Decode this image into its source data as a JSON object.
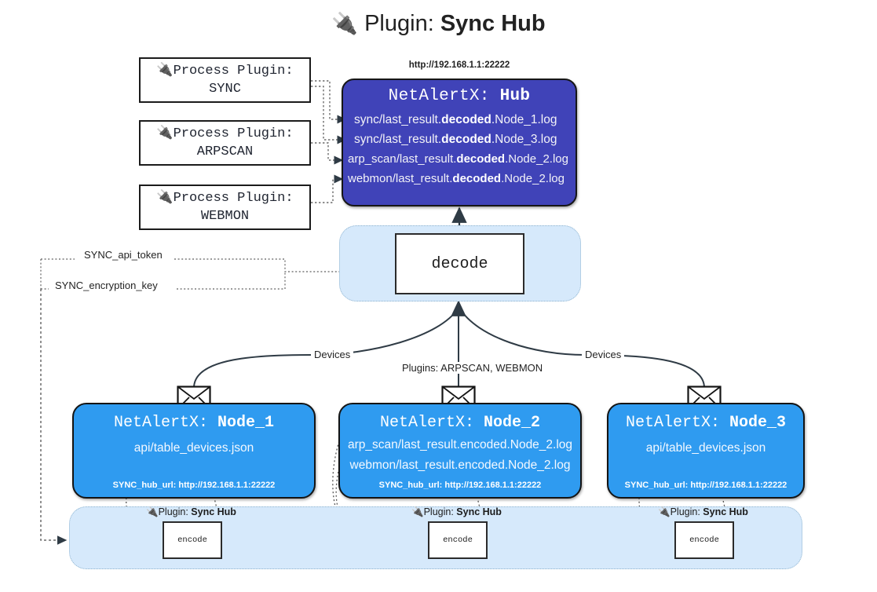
{
  "title": {
    "icon": "plug-icon",
    "prefix": "Plugin:",
    "name": "Sync Hub"
  },
  "process_plugins": [
    {
      "icon": "plug-icon",
      "line1": "Process Plugin:",
      "line2": "SYNC"
    },
    {
      "icon": "plug-icon",
      "line1": "Process Plugin:",
      "line2": "ARPSCAN"
    },
    {
      "icon": "plug-icon",
      "line1": "Process Plugin:",
      "line2": "WEBMON"
    }
  ],
  "hub": {
    "url_label": "http://192.168.1.1:22222",
    "title_prefix": "NetAlertX:",
    "title_name": "Hub",
    "logs": [
      {
        "pre": "sync/last_result.",
        "mid": "decoded",
        "post": ".Node_1.log"
      },
      {
        "pre": "sync/last_result.",
        "mid": "decoded",
        "post": ".Node_3.log"
      },
      {
        "pre": "arp_scan/last_result.",
        "mid": "decoded",
        "post": ".Node_2.log"
      },
      {
        "pre": "webmon/last_result.",
        "mid": "decoded",
        "post": ".Node_2.log"
      }
    ],
    "color": "#4043b8"
  },
  "decode": {
    "label": "decode",
    "panel_color": "#d6e9fb"
  },
  "secrets": [
    {
      "label": "SYNC_api_token"
    },
    {
      "label": "SYNC_encryption_key"
    }
  ],
  "flow_labels": {
    "devices_left": "Devices",
    "devices_right": "Devices",
    "plugins_center": "Plugins: ARPSCAN, WEBMON"
  },
  "nodes": [
    {
      "icon": "envelope-icon",
      "title_prefix": "NetAlertX:",
      "title_name": "Node_1",
      "lines": [
        "api/table_devices.json"
      ],
      "url": "SYNC_hub_url: http://192.168.1.1:22222",
      "color": "#2f9bf0"
    },
    {
      "icon": "envelope-icon",
      "title_prefix": "NetAlertX:",
      "title_name": "Node_2",
      "lines": [
        "arp_scan/last_result.encoded.Node_2.log",
        "webmon/last_result.encoded.Node_2.log"
      ],
      "url": "SYNC_hub_url: http://192.168.1.1:22222",
      "color": "#2f9bf0"
    },
    {
      "icon": "envelope-icon",
      "title_prefix": "NetAlertX:",
      "title_name": "Node_3",
      "lines": [
        "api/table_devices.json"
      ],
      "url": "SYNC_hub_url: http://192.168.1.1:22222",
      "color": "#2f9bf0"
    }
  ],
  "encoders": [
    {
      "caption_icon": "plug-icon",
      "caption_prefix": "Plugin:",
      "caption_name": "Sync Hub",
      "label": "encode"
    },
    {
      "caption_icon": "plug-icon",
      "caption_prefix": "Plugin:",
      "caption_name": "Sync Hub",
      "label": "encode"
    },
    {
      "caption_icon": "plug-icon",
      "caption_prefix": "Plugin:",
      "caption_name": "Sync Hub",
      "label": "encode"
    }
  ]
}
